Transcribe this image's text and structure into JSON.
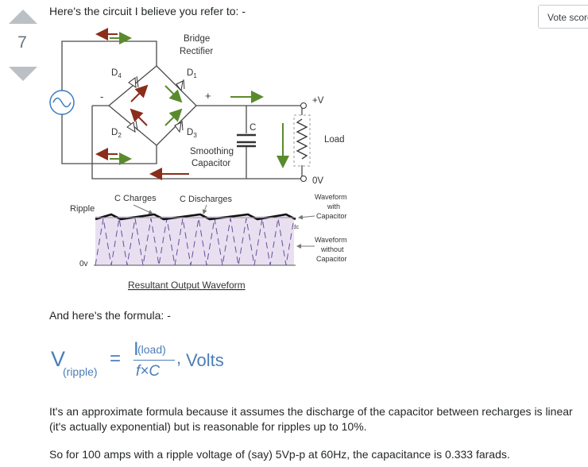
{
  "vote": {
    "count": "7",
    "score_button": "Vote score"
  },
  "text": {
    "intro": "Here's the circuit I believe you refer to: -",
    "formula_intro": "And here's the formula: -",
    "approx": "It's an approximate formula because it assumes the discharge of the capacitor between recharges is linear (it's actually exponential) but is reasonable for ripples up to 10%.",
    "so": "So for 100 amps with a ripple voltage of (say) 5Vp-p at 60Hz, the capacitance is 0.333 farads."
  },
  "diagram": {
    "bridge_line1": "Bridge",
    "bridge_line2": "Rectifier",
    "d1": "D",
    "d1_sub": "1",
    "d2": "D",
    "d2_sub": "2",
    "d3": "D",
    "d3_sub": "3",
    "d4": "D",
    "d4_sub": "4",
    "minus": "-",
    "plus": "+",
    "plus_v": "+V",
    "cap_c": "C",
    "load": "Load",
    "zero_v": "0V",
    "smoothing_line1": "Smoothing",
    "smoothing_line2": "Capacitor",
    "c_charges": "C Charges",
    "c_discharges": "C Discharges",
    "ripple": "Ripple",
    "ov_axis": "0v",
    "vdc": "V",
    "vdc_sub": "dc",
    "wave_with_1": "Waveform",
    "wave_with_2": "with",
    "wave_with_3": "Capacitor",
    "wave_without_1": "Waveform",
    "wave_without_2": "without",
    "wave_without_3": "Capacitor",
    "caption": "Resultant Output Waveform"
  },
  "formula": {
    "V": "V",
    "sub": "(ripple)",
    "eq": "=",
    "num_I": "I",
    "num_sub": "(load)",
    "den": "f×C",
    "comma": ",",
    "volts": "Volts"
  },
  "colors": {
    "green_arrow": "#5a8a2e",
    "red_arrow": "#8b2c1c",
    "formula": "#4a7eb8",
    "wire": "#4a4a4a",
    "fill": "#e8e0f0"
  }
}
